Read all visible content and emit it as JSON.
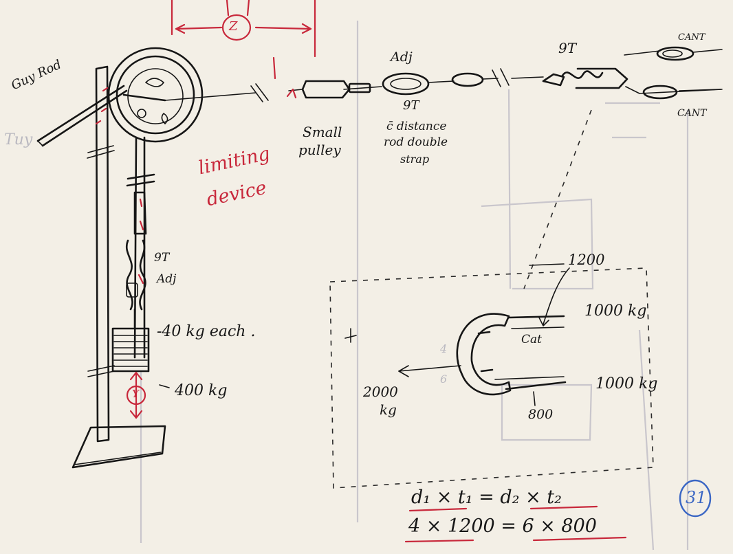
{
  "labels": {
    "guy_rod": "Guy Rod",
    "z_marker": "Z",
    "adj_top": "Adj",
    "gt_top": "9T",
    "cant_top": "CANT",
    "cant_bottom": "CANT",
    "limiting_line1": "limiting",
    "limiting_line2": "device",
    "small_pulley_line1": "Small",
    "small_pulley_line2": "pulley",
    "gt_mid": "9T",
    "distance_rod_line1": "c̄ distance",
    "distance_rod_line2": "rod double",
    "distance_rod_line3": "strap",
    "gt_vertical": "9T",
    "adj_vertical": "Adj",
    "weights_each": "-40 kg each .",
    "weights_total": "400 kg",
    "y_marker": "Y",
    "dim_1200": "1200",
    "force_top": "1000 kg",
    "force_bottom": "1000 kg",
    "cat": "Cat",
    "dim_800": "800",
    "force_left_line1": "2000",
    "force_left_line2": "kg",
    "num_4": "4",
    "num_6": "6",
    "equation_1": "d₁ × t₁ = d₂ × t₂",
    "equation_2": "4 × 1200 = 6 × 800",
    "page_number": "31",
    "bleed_left": "Tuy"
  },
  "colors": {
    "paper": "#f3efe6",
    "ink": "#161616",
    "red_ink": "#c8283b",
    "blue_ink": "#3a66c4",
    "bleed_through": "#c9c6cc"
  }
}
